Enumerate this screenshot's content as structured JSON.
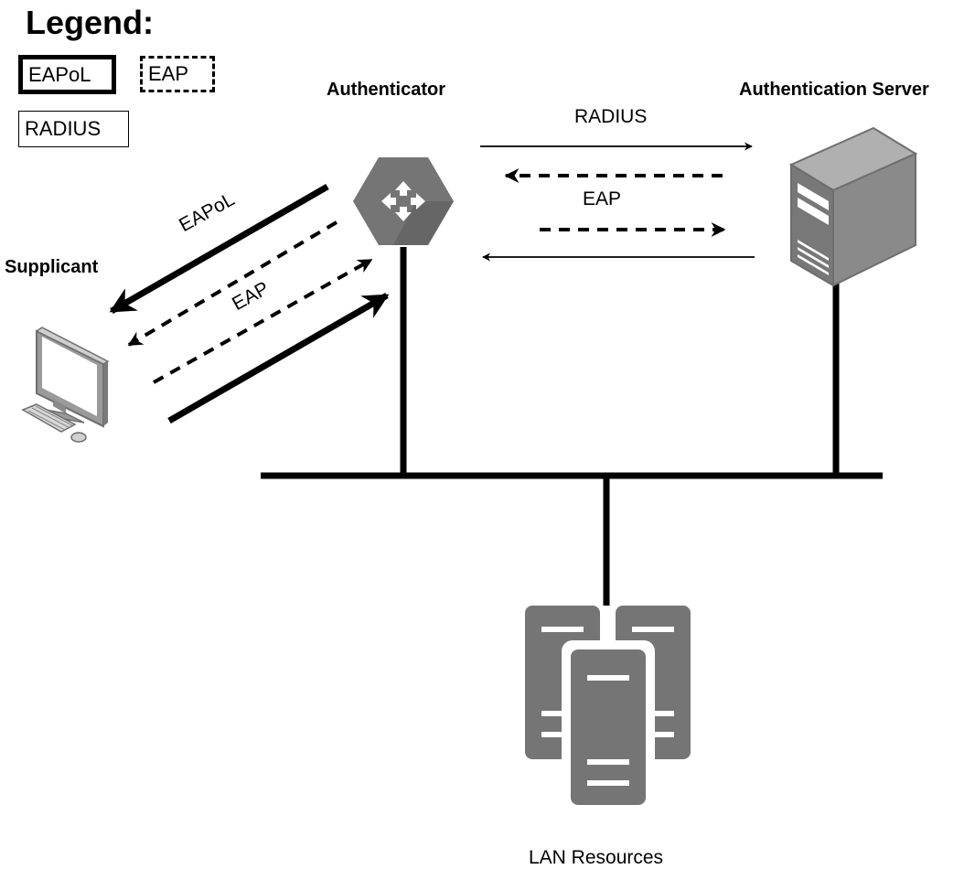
{
  "legend": {
    "title": "Legend:",
    "eapol": "EAPoL",
    "eap": "EAP",
    "radius": "RADIUS"
  },
  "nodes": {
    "authenticator": "Authenticator",
    "auth_server": "Authentication Server",
    "supplicant": "Supplicant",
    "lan": "LAN Resources"
  },
  "edges": {
    "radius": "RADIUS",
    "eap_server": "EAP",
    "eapol": "EAPoL",
    "eap_supplicant": "EAP"
  },
  "colors": {
    "icon_gray": "#757575",
    "icon_dark": "#5f5f5f",
    "line": "#000000"
  }
}
